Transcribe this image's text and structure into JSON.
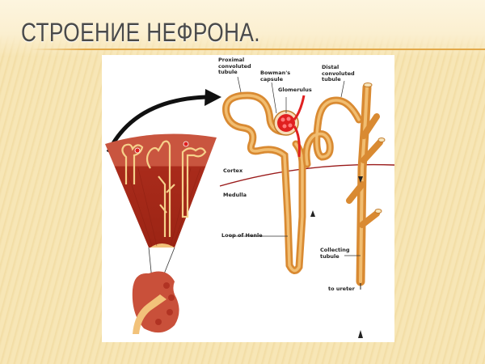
{
  "slide": {
    "title": "СТРОЕНИЕ НЕФРОНА.",
    "accent_color": "#e3a94a",
    "background_color": "#f7e6b6"
  },
  "diagram": {
    "labels": {
      "proximal": "Proximal\nconvoluted\ntubule",
      "bowmans": "Bowman's\ncapsule",
      "glomerulus": "Glomerulus",
      "distal": "Distal\nconvoluted\ntubule",
      "cortex": "Cortex",
      "medulla": "Medulla",
      "loop": "Loop of Henle",
      "collecting": "Collecting\ntubule",
      "ureter": "to ureter"
    },
    "colors": {
      "tubule": "#e8a24a",
      "tubule_light": "#f6c97f",
      "cortex_tissue": "#c8503a",
      "medulla_tissue": "#a8281a",
      "glomerulus": "#e02020",
      "boundary_line": "#9a1a1a"
    }
  }
}
